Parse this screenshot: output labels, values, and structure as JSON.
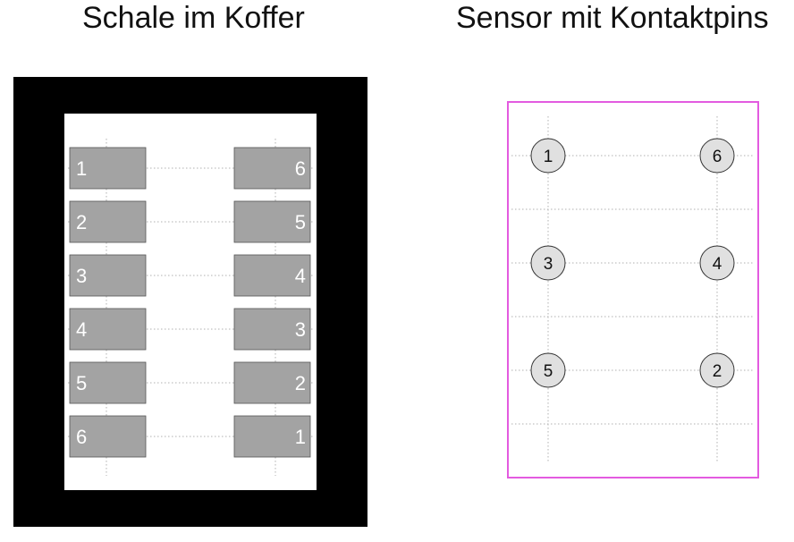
{
  "tray": {
    "title": "Schale im Koffer",
    "left_pads": [
      "1",
      "2",
      "3",
      "4",
      "5",
      "6"
    ],
    "right_pads": [
      "6",
      "5",
      "4",
      "3",
      "2",
      "1"
    ]
  },
  "sensor": {
    "title": "Sensor mit Kontaktpins",
    "pin_rows": [
      [
        "1",
        "6"
      ],
      [
        "3",
        "4"
      ],
      [
        "5",
        "2"
      ]
    ]
  },
  "colors": {
    "frame": "#000000",
    "pad": "#a3a3a3",
    "pad_text": "#ffffff",
    "pin": "#e0e0e0",
    "sensor_border": "#e35be0",
    "guide": "#b0b0b0"
  }
}
